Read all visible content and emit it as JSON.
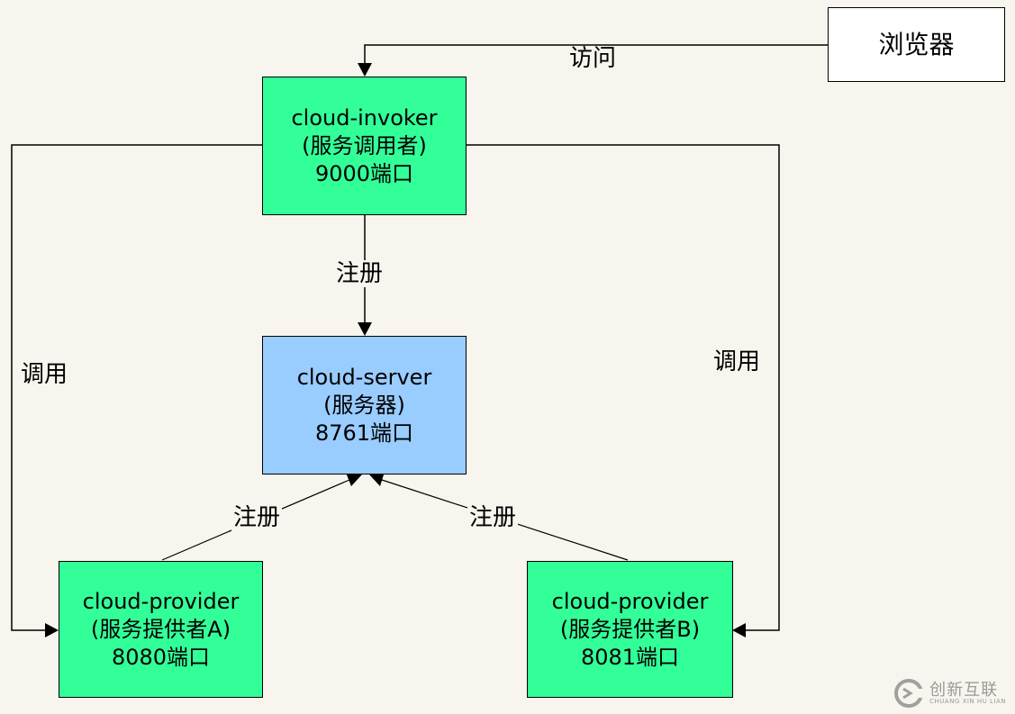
{
  "nodes": {
    "browser": {
      "label": "浏览器"
    },
    "invoker": {
      "line1": "cloud-invoker",
      "line2": "(服务调用者)",
      "line3": "9000端口"
    },
    "server": {
      "line1": "cloud-server",
      "line2": "(服务器)",
      "line3": "8761端口"
    },
    "provider_a": {
      "line1": "cloud-provider",
      "line2": "(服务提供者A)",
      "line3": "8080端口"
    },
    "provider_b": {
      "line1": "cloud-provider",
      "line2": "(服务提供者B)",
      "line3": "8081端口"
    }
  },
  "edges": {
    "visit": "访问",
    "register_invoker": "注册",
    "register_a": "注册",
    "register_b": "注册",
    "call_left": "调用",
    "call_right": "调用"
  },
  "watermark": {
    "text": "创新互联",
    "subtext": "CHUANG XIN HU LIAN"
  }
}
